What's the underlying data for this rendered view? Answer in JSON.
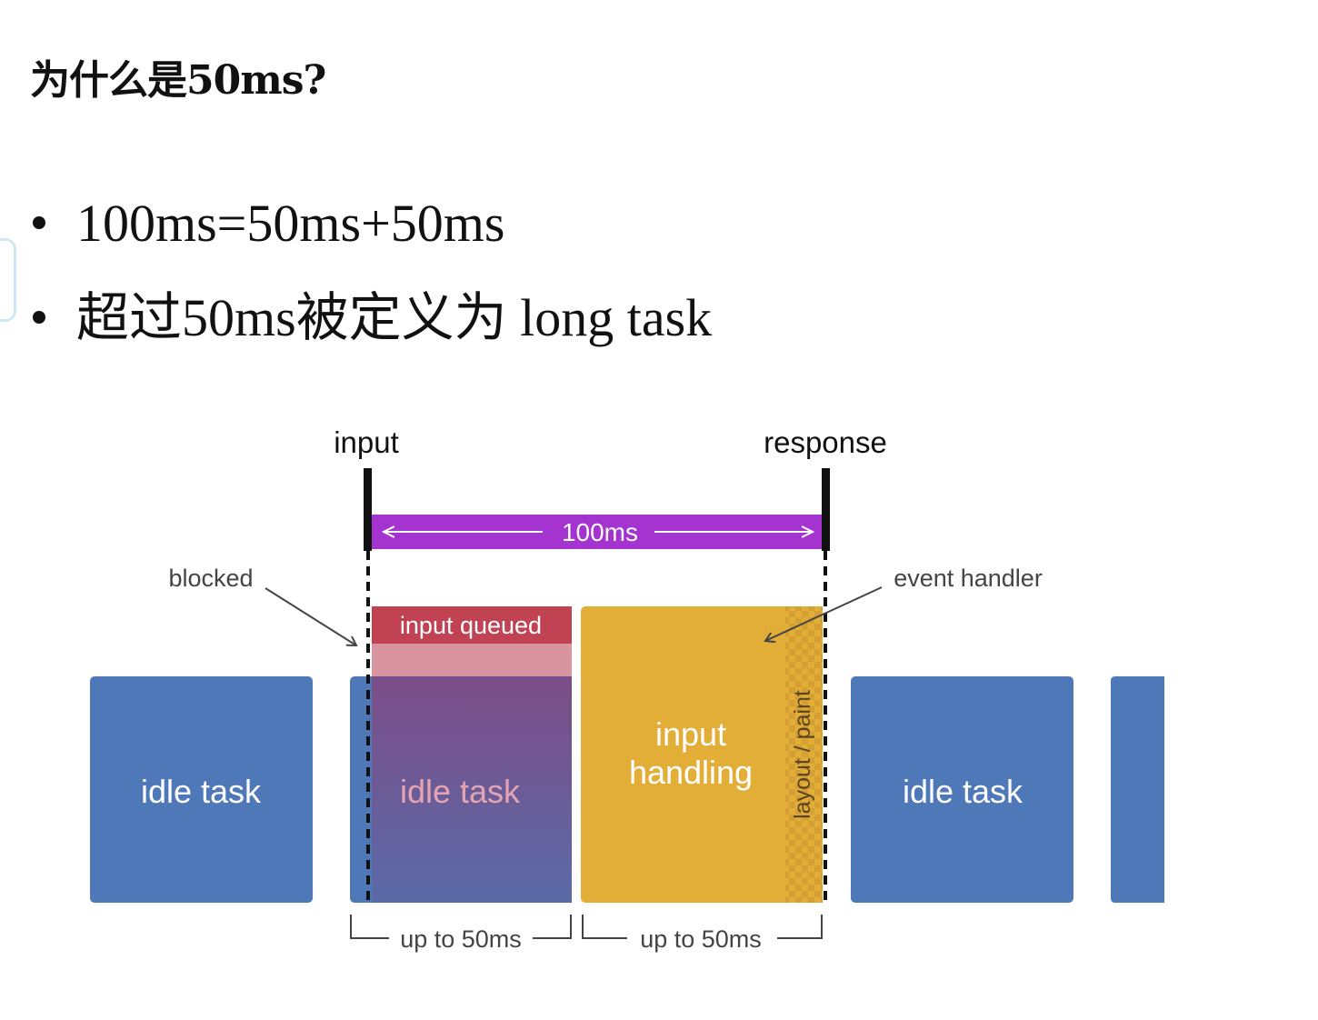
{
  "title": "为什么是50ms?",
  "bullets": [
    "100ms=50ms+50ms",
    "超过50ms被定义为 long task"
  ],
  "diagram": {
    "input_label": "input",
    "response_label": "response",
    "span_label": "100ms",
    "blocked_label": "blocked",
    "event_handler_label": "event handler",
    "input_queued_label": "input queued",
    "idle_task_label": "idle task",
    "input_handling_line1": "input",
    "input_handling_line2": "handling",
    "layout_paint_label": "layout / paint",
    "bracket_label_1": "up to 50ms",
    "bracket_label_2": "up to 50ms",
    "colors": {
      "idle": "#4f78b8",
      "handling": "#e2ae38",
      "queued": "#c04253",
      "queued_light": "#d9959f",
      "span": "#a533d0"
    }
  }
}
